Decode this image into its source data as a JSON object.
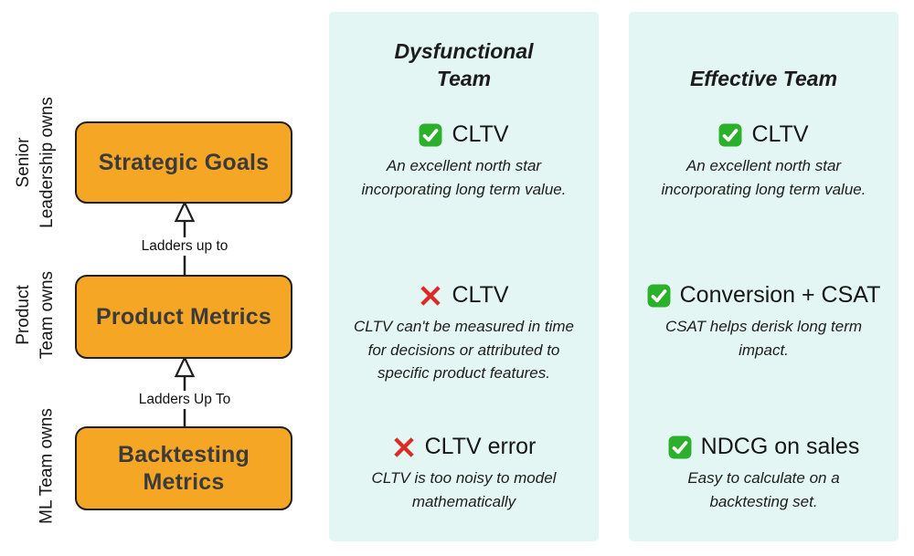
{
  "colors": {
    "node_fill": "#F6A625",
    "node_border": "#1F1F1F",
    "panel_bg": "#E3F6F3",
    "check_green": "#2BB02B",
    "cross_red": "#DC2B24",
    "text": "#1D1D1D"
  },
  "hierarchy": {
    "levels": [
      {
        "owner": "Senior\nLeadership owns",
        "label": "Strategic Goals"
      },
      {
        "owner": "Product\nTeam owns",
        "label": "Product Metrics"
      },
      {
        "owner": "ML Team owns",
        "label": "Backtesting\nMetrics"
      }
    ],
    "arrows": [
      {
        "label": "Ladders up to"
      },
      {
        "label": "Ladders Up To"
      }
    ]
  },
  "columns": [
    {
      "title": "Dysfunctional\nTeam",
      "items": [
        {
          "icon": "check",
          "title": "CLTV",
          "desc": "An excellent north star\nincorporating long term value."
        },
        {
          "icon": "cross",
          "title": "CLTV",
          "desc": "CLTV can't be measured in time\nfor decisions or attributed to\nspecific product features."
        },
        {
          "icon": "cross",
          "title": "CLTV error",
          "desc": "CLTV is too noisy to model\nmathematically"
        }
      ]
    },
    {
      "title": "Effective Team",
      "items": [
        {
          "icon": "check",
          "title": "CLTV",
          "desc": "An excellent north star\nincorporating long term value."
        },
        {
          "icon": "check",
          "title": "Conversion + CSAT",
          "desc": "CSAT helps derisk long term\nimpact."
        },
        {
          "icon": "check",
          "title": "NDCG on sales",
          "desc": "Easy to calculate on a\nbacktesting set."
        }
      ]
    }
  ]
}
